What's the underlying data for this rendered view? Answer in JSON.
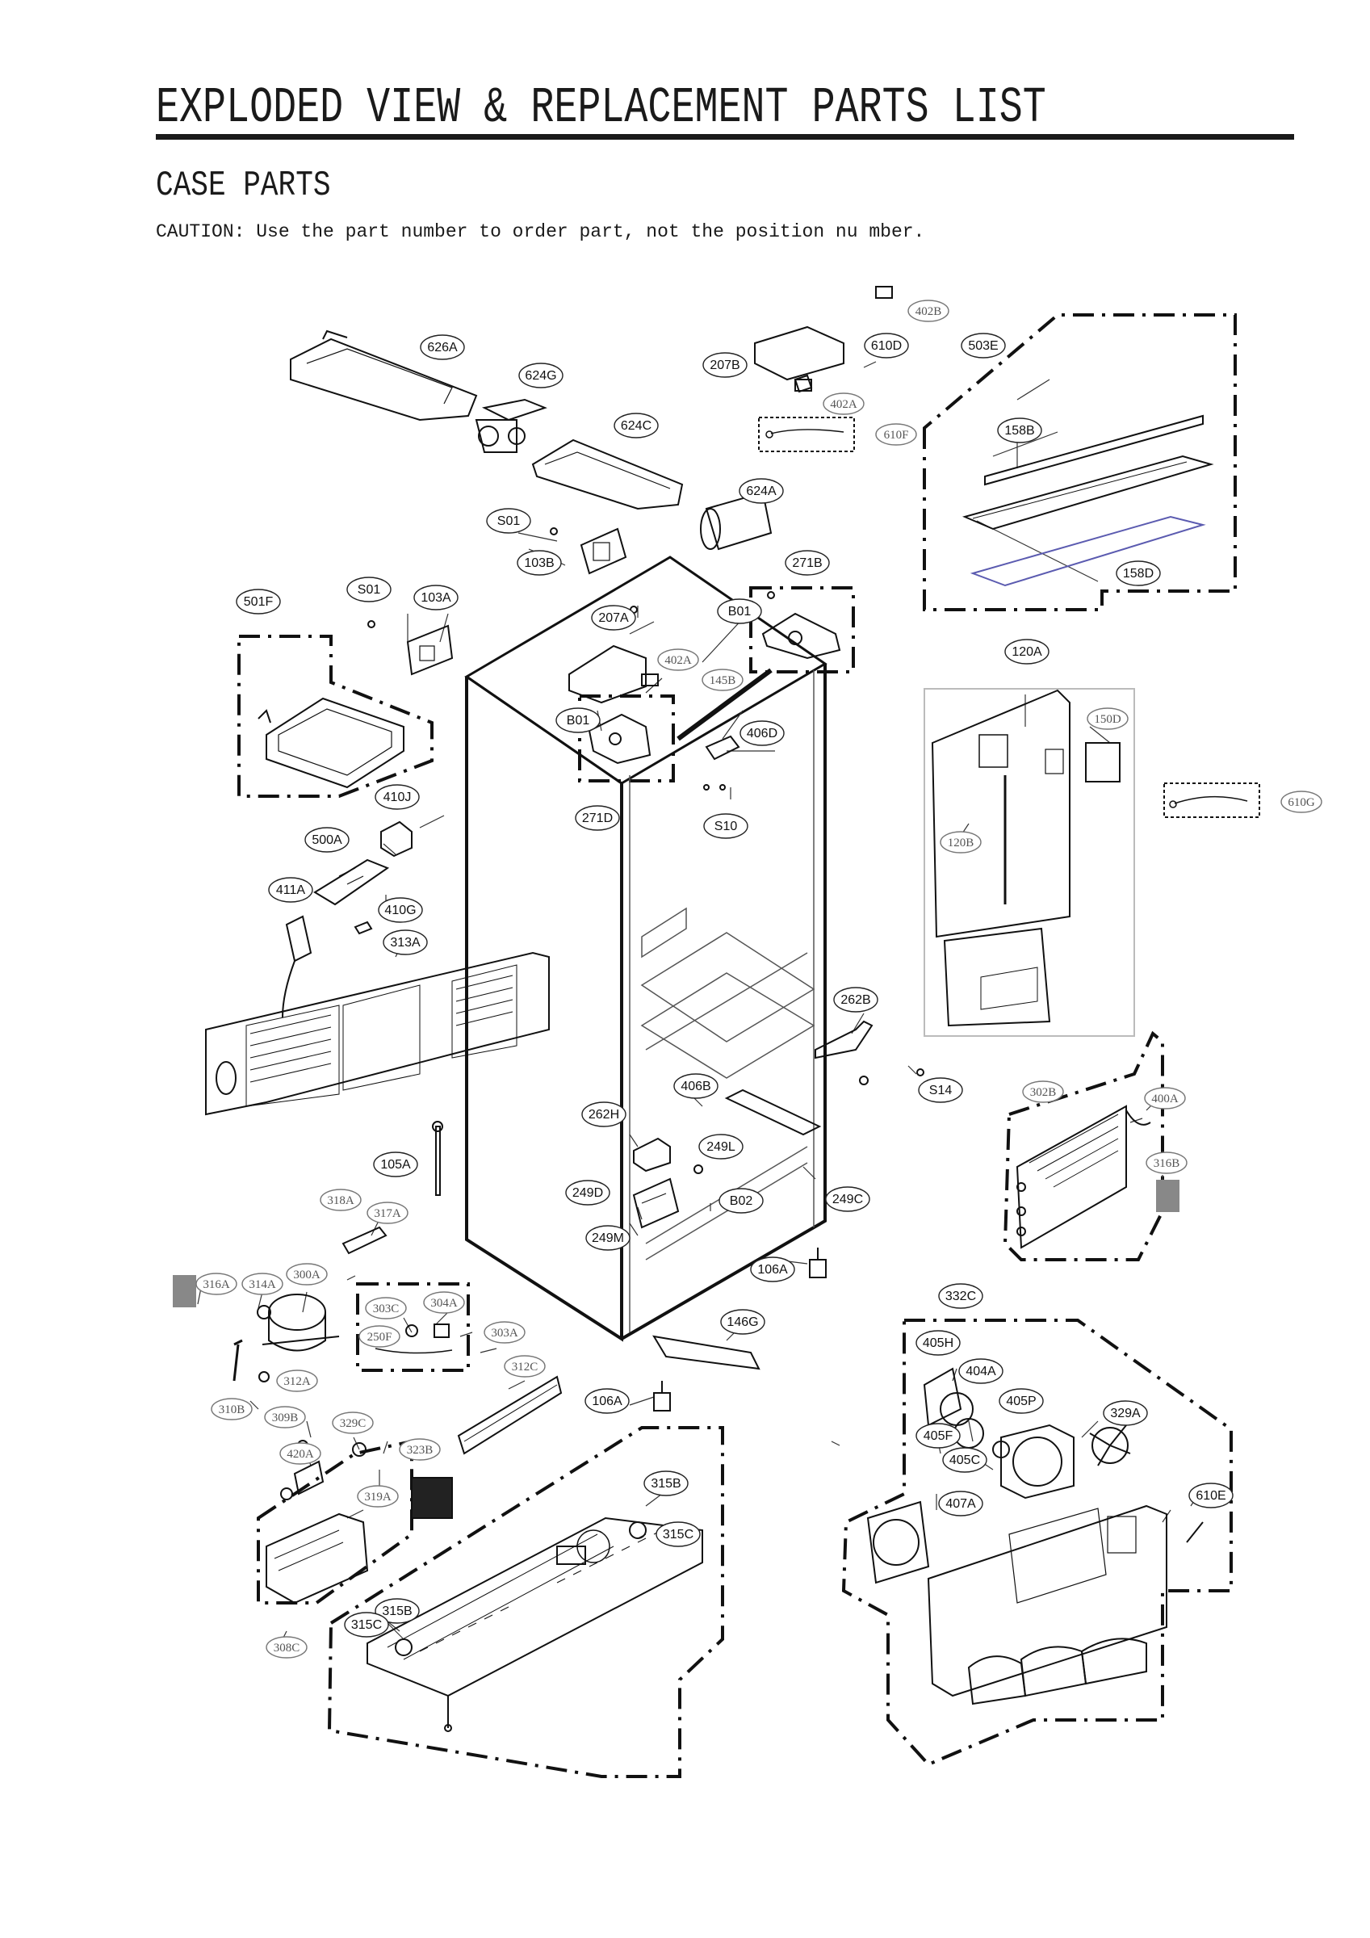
{
  "header": {
    "title": "EXPLODED VIEW & REPLACEMENT PARTS LIST",
    "section": "CASE PARTS",
    "caution": "CAUTION: Use the part number to order part, not the position nu mber."
  },
  "diagram": {
    "labels": {
      "l402B": "402B",
      "l626A": "626A",
      "l624G": "624G",
      "l207B": "207B",
      "l610D": "610D",
      "l503E": "503E",
      "l402A_top": "402A",
      "l610F": "610F",
      "l624C": "624C",
      "l158B": "158B",
      "l624A": "624A",
      "lS01_a": "S01",
      "l103B": "103B",
      "l271B": "271B",
      "l158D": "158D",
      "l501F": "501F",
      "lS01_b": "S01",
      "l103A": "103A",
      "l207A": "207A",
      "lB01_a": "B01",
      "l402A_mid": "402A",
      "l145B": "145B",
      "l120A": "120A",
      "lB01_b": "B01",
      "l406D": "406D",
      "l150D": "150D",
      "l610G": "610G",
      "l410J": "410J",
      "l271D": "271D",
      "lS10": "S10",
      "l500A": "500A",
      "l120B": "120B",
      "l411A": "411A",
      "l410G": "410G",
      "l313A": "313A",
      "l262B": "262B",
      "l406B": "406B",
      "lS14": "S14",
      "l302B": "302B",
      "l400A": "400A",
      "l262H": "262H",
      "l249L": "249L",
      "l316B": "316B",
      "l105A": "105A",
      "l249D": "249D",
      "lB02": "B02",
      "l249C": "249C",
      "l318A": "318A",
      "l317A": "317A",
      "l249M": "249M",
      "l106A_a": "106A",
      "l316A": "316A",
      "l314A": "314A",
      "l300A": "300A",
      "l332C": "332C",
      "l303C": "303C",
      "l304A": "304A",
      "l146G": "146G",
      "l250F": "250F",
      "l303A": "303A",
      "l405H": "405H",
      "l312A": "312A",
      "l312C": "312C",
      "l404A": "404A",
      "l106A_b": "106A",
      "l310B": "310B",
      "l309B": "309B",
      "l329C": "329C",
      "l405P": "405P",
      "l329A": "329A",
      "l420A": "420A",
      "l323B": "323B",
      "l405F": "405F",
      "l405C": "405C",
      "l315B_a": "315B",
      "l319A": "319A",
      "l407A": "407A",
      "l610E": "610E",
      "l315C_a": "315C",
      "l315B_b": "315B",
      "l315C_b": "315C",
      "l308C": "308C"
    }
  }
}
